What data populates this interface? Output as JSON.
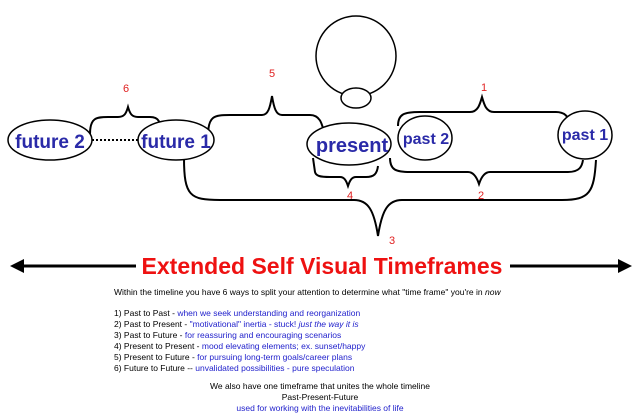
{
  "title": "Extended Self Visual Timeframes",
  "nodes": {
    "future2": "future 2",
    "future1": "future 1",
    "present": "present",
    "past2": "past 2",
    "past1": "past 1"
  },
  "brace_labels": {
    "b1": "1",
    "b2": "2",
    "b3": "3",
    "b4": "4",
    "b5": "5",
    "b6": "6"
  },
  "intro": {
    "text": "Within the timeline you have 6 ways to split your attention to determine what \"time frame\" you're in ",
    "emph": "now"
  },
  "items": [
    {
      "prefix": "1) Past to Past - ",
      "desc": "when we seek understanding and reorganization"
    },
    {
      "prefix": "2) Past to Present - ",
      "desc": "\"motivational\" inertia - stuck! ",
      "desc_em": "just the way it is"
    },
    {
      "prefix": "3) Past to Future - ",
      "desc": "for reassuring and encouraging scenarios"
    },
    {
      "prefix": "4) Present to Present - ",
      "desc": "mood elevating elements; ex. sunset/happy"
    },
    {
      "prefix": "5) Present to Future - ",
      "desc": "for pursuing long-term goals/career plans"
    },
    {
      "prefix": "6) Future to Future -- ",
      "desc": "unvalidated possibilities - pure speculation"
    }
  ],
  "footer": {
    "line1": "We also have one timeframe that unites the whole timeline",
    "line2": "Past-Present-Future",
    "line3": "used for working with the inevitabilities of life"
  },
  "colors": {
    "title": "#ee1111",
    "node_text": "#2a2aa8",
    "numbers": "#e02020",
    "description": "#2222cc"
  }
}
